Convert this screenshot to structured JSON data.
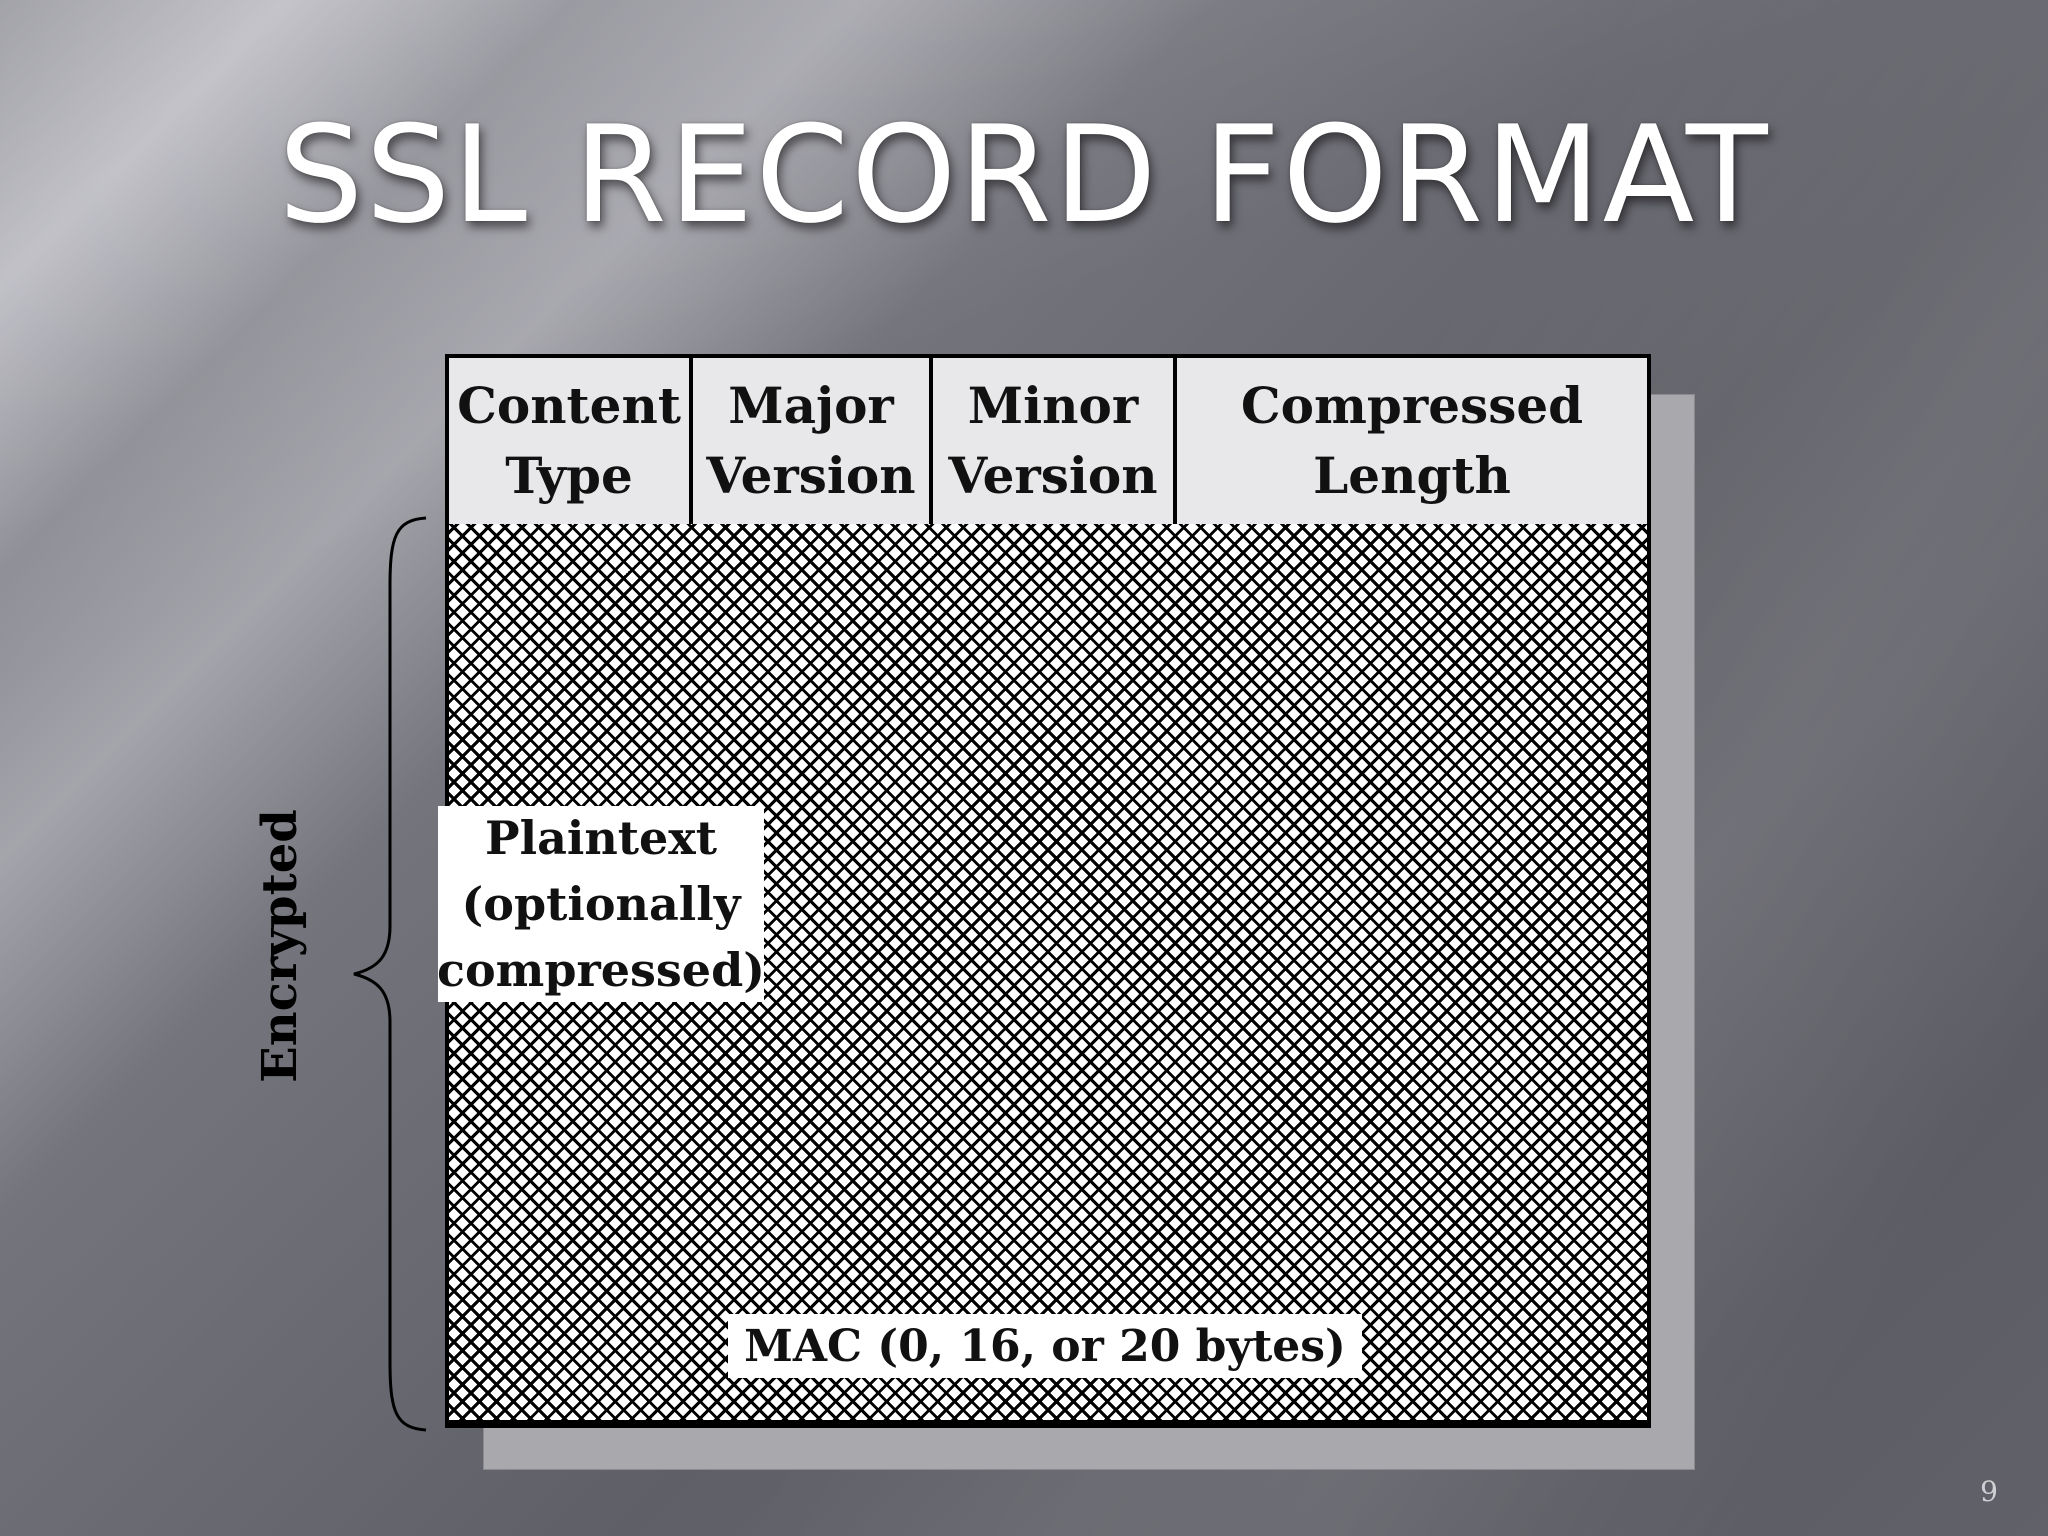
{
  "slide": {
    "title": "SSL RECORD FORMAT",
    "page_number": "9"
  },
  "diagram": {
    "header_fields": [
      {
        "label": "Content\nType"
      },
      {
        "label": "Major\nVersion"
      },
      {
        "label": "Minor\nVersion"
      },
      {
        "label": "Compressed\nLength"
      }
    ],
    "plaintext_label": "Plaintext\n(optionally\ncompressed)",
    "mac_label": "MAC (0, 16, or 20 bytes)",
    "encrypted_label": "Encrypted"
  },
  "colors": {
    "header_fill": "#e8e8ea",
    "hatch": "#000000",
    "label_background": "#ffffff",
    "title_text": "#ffffff"
  }
}
